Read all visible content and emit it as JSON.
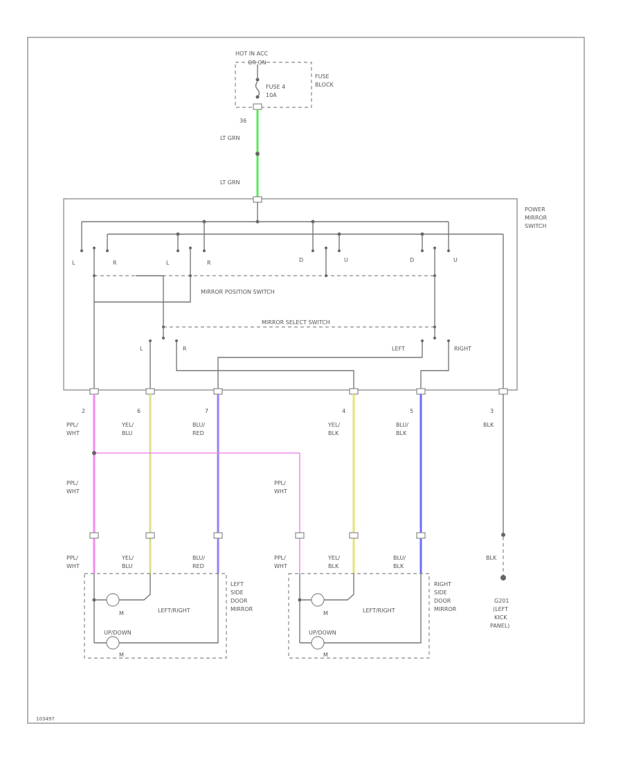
{
  "diagram": {
    "colors": {
      "lt_grn": "#58e858",
      "ppl_wht": "#f08cf0",
      "yel_blu": "#dede90",
      "blu_red": "#9c7cf0",
      "yel_blk": "#e4e470",
      "blu_blk": "#6c6cf8",
      "frame": "#888888"
    },
    "power": {
      "hot_label_1": "HOT IN ACC",
      "hot_label_2": "OR ON",
      "fuse_1": "FUSE 4",
      "fuse_2": "10A",
      "fuse_block_1": "FUSE",
      "fuse_block_2": "BLOCK",
      "pin": "36",
      "wire_upper": "LT GRN",
      "wire_lower": "LT GRN"
    },
    "switch": {
      "title_1": "POWER",
      "title_2": "MIRROR",
      "title_3": "SWITCH",
      "position_switch": "MIRROR POSITION SWITCH",
      "select_switch": "MIRROR SELECT SWITCH",
      "sw_labels": [
        "L",
        "R",
        "L",
        "R",
        "D",
        "U",
        "D",
        "U"
      ],
      "select_l": "L",
      "select_r": "R",
      "select_left": "LEFT",
      "select_right": "RIGHT"
    },
    "pins": [
      {
        "num": "2",
        "wire_1": "PPL/",
        "wire_2": "WHT"
      },
      {
        "num": "6",
        "wire_1": "YEL/",
        "wire_2": "BLU"
      },
      {
        "num": "7",
        "wire_1": "BLU/",
        "wire_2": "RED"
      },
      {
        "num": "4",
        "wire_1": "YEL/",
        "wire_2": "BLK"
      },
      {
        "num": "5",
        "wire_1": "BLU/",
        "wire_2": "BLK"
      },
      {
        "num": "3",
        "wire_1": "BLK",
        "wire_2": ""
      }
    ],
    "branch": {
      "wire_1": "PPL/",
      "wire_2": "WHT"
    },
    "mirrors": {
      "left_1": "LEFT",
      "left_2": "SIDE",
      "left_3": "DOOR",
      "left_4": "MIRROR",
      "right_1": "RIGHT",
      "right_2": "SIDE",
      "right_3": "DOOR",
      "right_4": "MIRROR",
      "left_right": "LEFT/RIGHT",
      "up_down": "UP/DOWN",
      "motor": "M",
      "w_ppl_1": "PPL/",
      "w_ppl_2": "WHT",
      "w_yel_1": "YEL/",
      "w_yel_2": "BLU",
      "w_blu_1": "BLU/",
      "w_blu_2": "RED",
      "w_yel2_1": "YEL/",
      "w_yel2_2": "BLK",
      "w_blu2_1": "BLU/",
      "w_blu2_2": "BLK"
    },
    "ground": {
      "wire": "BLK",
      "g_1": "G201",
      "g_2": "(LEFT",
      "g_3": "KICK",
      "g_4": "PANEL)"
    },
    "ref": "103497"
  }
}
